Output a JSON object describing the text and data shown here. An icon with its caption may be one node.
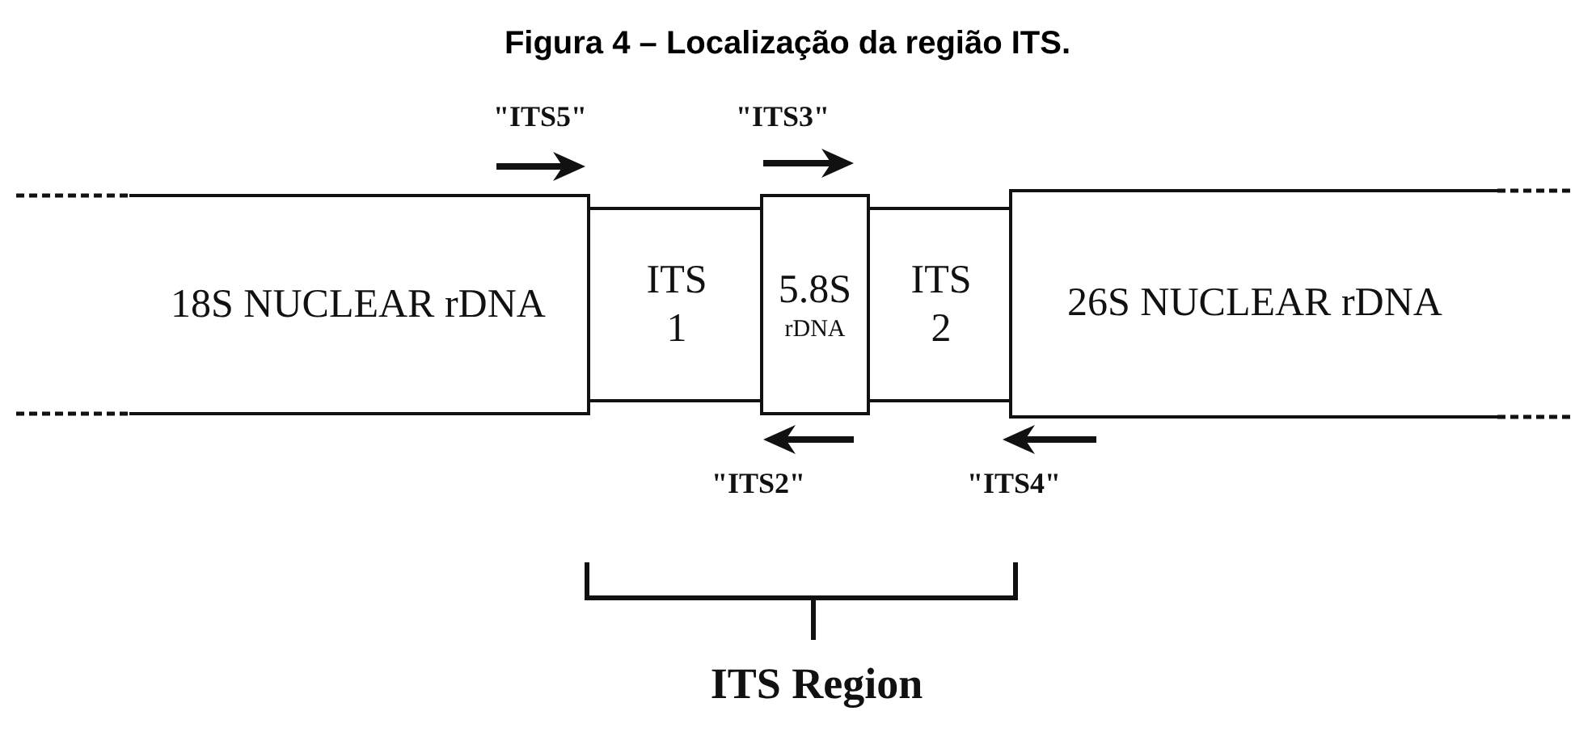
{
  "diagram": {
    "title": "Figura 4 – Localização da região ITS.",
    "nodes": [
      {
        "text": [
          "18S NUCLEAR rDNA"
        ]
      },
      {
        "text": [
          "ITS 1"
        ]
      },
      {
        "text": [
          "5.8S",
          "rDNA"
        ]
      },
      {
        "text": [
          "ITS 2"
        ]
      },
      {
        "text": [
          "26S NUCLEAR rDNA"
        ]
      }
    ],
    "edges": [],
    "labels": [
      "\"ITS5\"",
      "\"ITS3\"",
      "\"ITS2\"",
      "\"ITS4\"",
      "ITS Region"
    ]
  }
}
